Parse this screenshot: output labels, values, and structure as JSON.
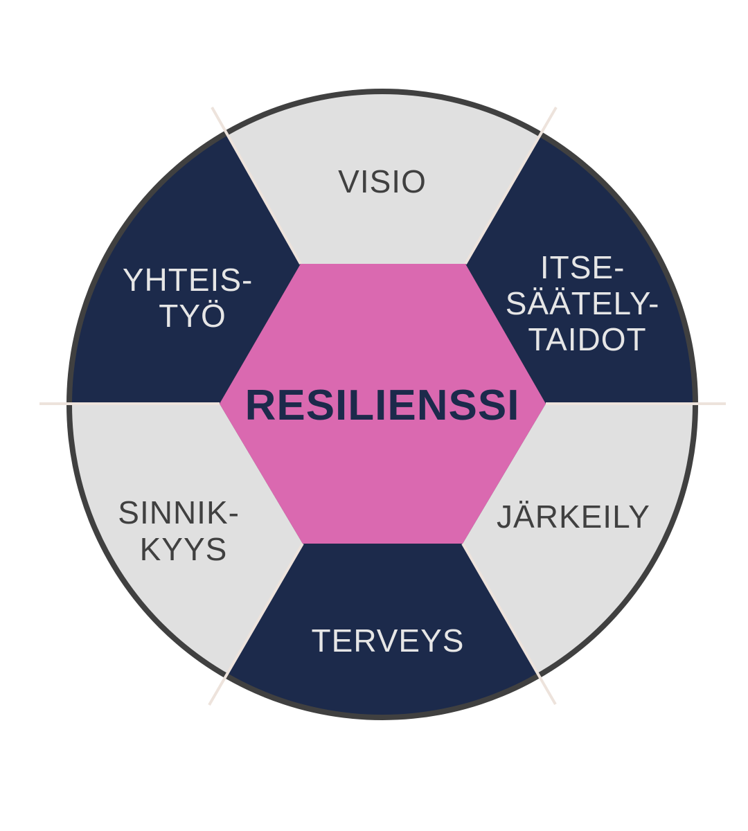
{
  "diagram": {
    "type": "hexagon-wheel",
    "center": {
      "label": "RESILIENSSI",
      "fill": "#da69b0",
      "text_color": "#1c2a4b"
    },
    "ring": {
      "border_color": "#404040",
      "divider_color": "#ede3dc"
    },
    "segments": [
      {
        "id": "visio",
        "lines": [
          "VISIO"
        ],
        "fill": "#e0e0e0",
        "text_color": "#404040"
      },
      {
        "id": "itsesaatelytaidot",
        "lines": [
          "ITSE-",
          "SÄÄTELY-",
          "TAIDOT"
        ],
        "fill": "#1c2a4b",
        "text_color": "#e6e6e6"
      },
      {
        "id": "jarkeily",
        "lines": [
          "JÄRKEILY"
        ],
        "fill": "#e0e0e0",
        "text_color": "#404040"
      },
      {
        "id": "terveys",
        "lines": [
          "TERVEYS"
        ],
        "fill": "#1c2a4b",
        "text_color": "#e6e6e6"
      },
      {
        "id": "sinnikkyys",
        "lines": [
          "SINNIK-",
          "KYYS"
        ],
        "fill": "#e0e0e0",
        "text_color": "#404040"
      },
      {
        "id": "yhteistyo",
        "lines": [
          "YHTEIS-",
          "TYÖ"
        ],
        "fill": "#1c2a4b",
        "text_color": "#e6e6e6"
      }
    ]
  }
}
